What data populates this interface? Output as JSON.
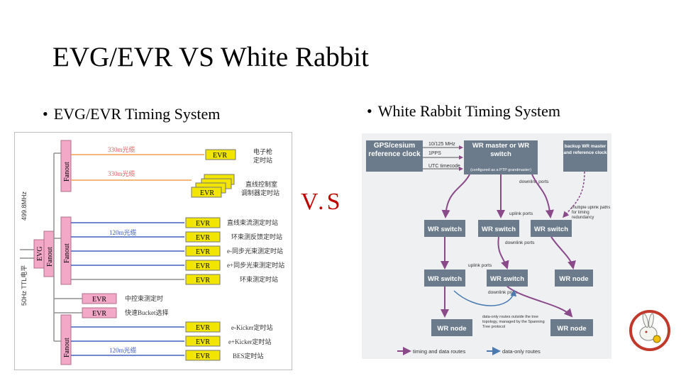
{
  "slide": {
    "title": "EVG/EVR VS White Rabbit",
    "bullet_left": "EVG/EVR Timing System",
    "bullet_right": "White Rabbit Timing System",
    "bullet_symbol": "•",
    "vs_label": "V.S"
  },
  "evg_diagram": {
    "freq_top": "499.8MHz",
    "freq_bottom": "50Hz TTL电平",
    "evg_label": "EVG",
    "fanout_label": "Fanout",
    "evr_label": "EVR",
    "fiber_330_a": "330m光缆",
    "fiber_330_b": "330m光缆",
    "fiber_120_a": "120m光缆",
    "fiber_120_b": "120m光缆",
    "station_1": "电子枪",
    "station_1b": "定时站",
    "station_2": "直线控制室",
    "station_2b": "调制器定时站",
    "station_3": "直线束流测定时站",
    "station_4": "环束测反馈定时站",
    "station_5": "e-同步光束测定时站",
    "station_6": "e+同步光束测定时站",
    "station_7": "环束测定时站",
    "station_8": "中控束测定时",
    "station_9": "快速Bucket选择",
    "station_10": "e-Kicker定时站",
    "station_11": "e+Kicker定时站",
    "station_12": "BES定时站",
    "colors": {
      "fanout": "#f4a8c8",
      "evr": "#f2e600",
      "line_orange": "#f0a050",
      "line_blue": "#4060c0",
      "line_gray": "#909090"
    }
  },
  "wr_diagram": {
    "gps_box": "GPS/cesium reference clock",
    "sig_freq": "10/125 MHz",
    "sig_pps": "1PPS",
    "sig_utc": "UTC timecode",
    "master": "WR master or WR switch",
    "master_note": "(configured as a PTP grandmaster)",
    "backup": "backup WR master and reference clock",
    "downlink_1": "downlink ports",
    "uplink_1": "uplink ports",
    "multi_uplink": "multiple uplink paths for timing redundancy",
    "switch": "WR switch",
    "downlink_2": "downlink ports",
    "uplink_2": "uplink ports",
    "downlink_3": "downlink ports",
    "node": "WR node",
    "tree_note": "data-only routes outside the tree topology, managed by the Spanning Tree protocol",
    "legend_timing": "timing and data routes",
    "legend_data": "data-only routes",
    "colors": {
      "box": "#6b7b8c",
      "arrow": "#8a4a8a",
      "legend_blue": "#4a7ab0",
      "bg": "#eef0f2"
    }
  }
}
